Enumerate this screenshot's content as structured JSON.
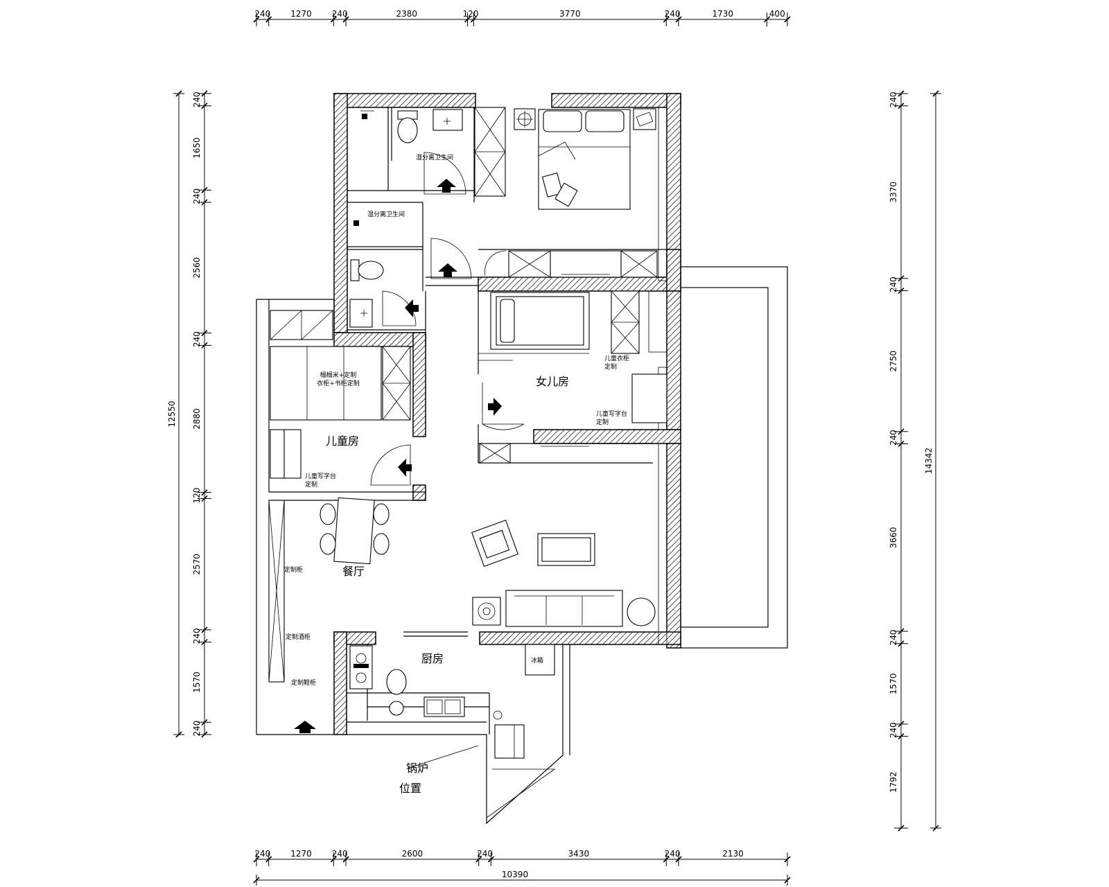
{
  "dims": {
    "top": [
      "240",
      "1270",
      "240",
      "2380",
      "120",
      "3770",
      "240",
      "1730",
      "400"
    ],
    "bottom": [
      "240",
      "1270",
      "240",
      "2600",
      "240",
      "3430",
      "240",
      "2130"
    ],
    "bottom_total": "10390",
    "left": [
      "240",
      "1650",
      "240",
      "2560",
      "240",
      "2880",
      "120",
      "2570",
      "240",
      "1570",
      "240"
    ],
    "left_total": "12550",
    "right": [
      "240",
      "3370",
      "240",
      "2750",
      "240",
      "3660",
      "240",
      "1570",
      "240",
      "1792"
    ],
    "right_total": "14342"
  },
  "rooms": {
    "daughter": "女儿房",
    "child": "儿童房",
    "dining": "餐厅",
    "kitchen": "厨房"
  },
  "notes": {
    "bath_top": "湿分离卫生间",
    "bath_mid": "湿分离卫生间",
    "wardrobe_child": "榻榻米+定制\n衣柜+书柜定制",
    "desk_child": "儿童写字台\n定制",
    "desk_daughter_a": "儿童衣柜\n定制",
    "desk_daughter_b": "儿童写字台\n定制",
    "cab_a": "定制柜",
    "cab_b": "定制酒柜",
    "cab_c": "定制鞋柜",
    "fridge": "冰箱",
    "boiler_1": "锅炉",
    "boiler_2": "位置"
  }
}
